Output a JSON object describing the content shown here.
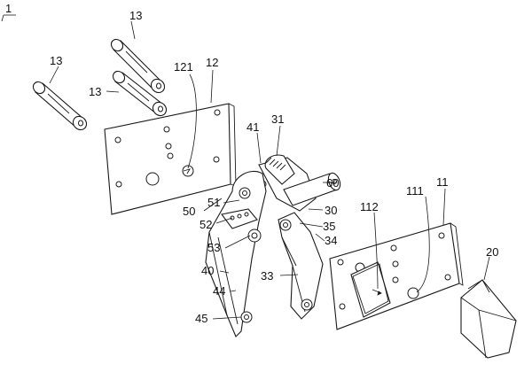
{
  "figure": {
    "figure_number": "1",
    "labels": {
      "l13a": "13",
      "l13b": "13",
      "l13c": "13",
      "l121": "121",
      "l12": "12",
      "l41": "41",
      "l31": "31",
      "l60": "60",
      "l51": "51",
      "l50": "50",
      "l52": "52",
      "l30": "30",
      "l112": "112",
      "l111": "111",
      "l11": "11",
      "l35": "35",
      "l53": "53",
      "l34": "34",
      "l40": "40",
      "l33": "33",
      "l20": "20",
      "l44": "44",
      "l45": "45"
    }
  }
}
